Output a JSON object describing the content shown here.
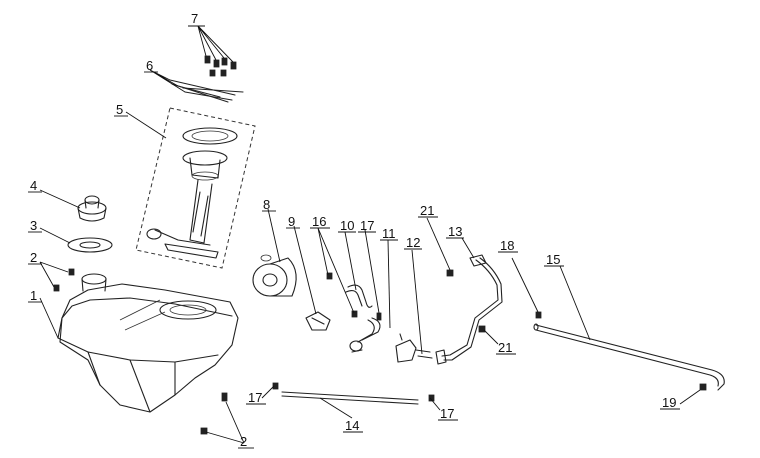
{
  "callouts": [
    {
      "key": "p1",
      "text": "1"
    },
    {
      "key": "p2a",
      "text": "2"
    },
    {
      "key": "p2b",
      "text": "2"
    },
    {
      "key": "p3",
      "text": "3"
    },
    {
      "key": "p4",
      "text": "4"
    },
    {
      "key": "p5",
      "text": "5"
    },
    {
      "key": "p6",
      "text": "6"
    },
    {
      "key": "p7",
      "text": "7"
    },
    {
      "key": "p8",
      "text": "8"
    },
    {
      "key": "p9",
      "text": "9"
    },
    {
      "key": "p10",
      "text": "10"
    },
    {
      "key": "p11",
      "text": "11"
    },
    {
      "key": "p12",
      "text": "12"
    },
    {
      "key": "p13",
      "text": "13"
    },
    {
      "key": "p14",
      "text": "14"
    },
    {
      "key": "p15",
      "text": "15"
    },
    {
      "key": "p16",
      "text": "16"
    },
    {
      "key": "p17a",
      "text": "17"
    },
    {
      "key": "p17b",
      "text": "17"
    },
    {
      "key": "p17c",
      "text": "17"
    },
    {
      "key": "p18",
      "text": "18"
    },
    {
      "key": "p19",
      "text": "19"
    },
    {
      "key": "p21a",
      "text": "21"
    },
    {
      "key": "p21b",
      "text": "21"
    }
  ]
}
